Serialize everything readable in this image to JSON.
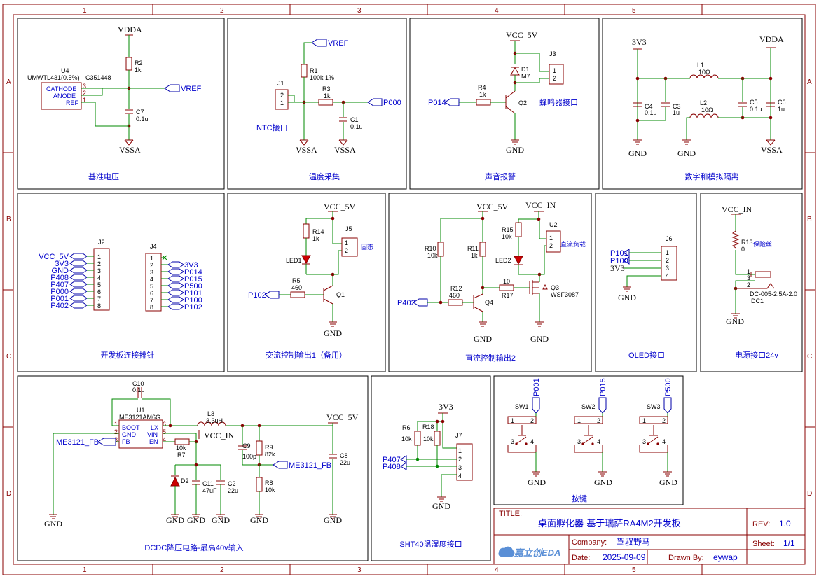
{
  "grid": {
    "cols": [
      "1",
      "2",
      "3",
      "4",
      "5"
    ],
    "rows": [
      "A",
      "B",
      "C",
      "D"
    ]
  },
  "blocks": {
    "ref_voltage": "基准电压",
    "temp_sample": "温度采集",
    "sound_alarm": "声音报警",
    "digital_analog": "数字和模拟隔离",
    "header_pins": "开发板连接排针",
    "ac_output": "交流控制输出1（备用）",
    "dc_output": "直流控制输出2",
    "oled": "OLED接口",
    "power_port": "电源接口24v",
    "dcdc": "DCDC降压电路-最高40v输入",
    "sht40": "SHT40温湿度接口",
    "keys": "按键"
  },
  "ref_block": {
    "vdda": "VDDA",
    "vssa": "VSSA",
    "vref": "VREF",
    "u4_ref": "U4",
    "u4_part": "UMWTL431(0.5%)",
    "u4_code": "C351448",
    "pin_cathode": "CATHODE",
    "pin_anode": "ANODE",
    "pin_ref": "REF",
    "pin3": "3",
    "pin2": "2",
    "pin1": "1",
    "r2": "R2",
    "r2v": "1k",
    "c7": "C7",
    "c7v": "0.1u"
  },
  "temp_block": {
    "vref": "VREF",
    "j1": "J1",
    "r1": "R1",
    "r1v": "100k 1%",
    "r3": "R3",
    "r3v": "1k",
    "p000": "P000",
    "c1": "C1",
    "c1v": "0.1u",
    "ntc": "NTC接口",
    "vssa": "VSSA",
    "p2": "2",
    "p1": "1"
  },
  "sound_block": {
    "vcc": "VCC_5V",
    "j3": "J3",
    "d1": "D1",
    "d1v": "M7",
    "r4": "R4",
    "r4v": "1k",
    "p014": "P014",
    "q2": "Q2",
    "buzzer": "蜂鸣器接口",
    "gnd": "GND",
    "p1": "1",
    "p2": "2"
  },
  "iso_block": {
    "v3v3": "3V3",
    "vdda": "VDDA",
    "l1": "L1",
    "l1v": "10Ω",
    "l2": "L2",
    "l2v": "10Ω",
    "c4": "C4",
    "c4v": "0.1u",
    "c3": "C3",
    "c3v": "1u",
    "c5": "C5",
    "c5v": "0.1u",
    "c6": "C6",
    "c6v": "1u",
    "gnd": "GND",
    "vssa": "VSSA"
  },
  "header_block": {
    "j2": "J2",
    "j4": "J4",
    "j2_nets": [
      "VCC_5V",
      "3V3",
      "GND",
      "P408",
      "P407",
      "P000",
      "P001",
      "P402"
    ],
    "j4_nets": [
      "3V3",
      "P014",
      "P015",
      "P500",
      "P101",
      "P100",
      "P102"
    ],
    "pins": [
      "1",
      "2",
      "3",
      "4",
      "5",
      "6",
      "7",
      "8"
    ]
  },
  "ac_block": {
    "vcc": "VCC_5V",
    "r14": "R14",
    "r14v": "1k",
    "j5": "J5",
    "solid": "固态",
    "led1": "LED1",
    "r5": "R5",
    "r5v": "460",
    "p102": "P102",
    "q1": "Q1",
    "gnd": "GND",
    "p1": "1",
    "p2": "2"
  },
  "dc_block": {
    "vcc": "VCC_5V",
    "vccin": "VCC_IN",
    "r10": "R10",
    "r10v": "10k",
    "r11": "R11",
    "r11v": "1k",
    "r15": "R15",
    "r15v": "10k",
    "u2": "U2",
    "dcload": "直流负载",
    "led2": "LED2",
    "r12": "R12",
    "r12v": "460",
    "p402": "P402",
    "q4": "Q4",
    "r17": "R17",
    "r17v": "10",
    "q3": "Q3",
    "q3v": "WSF3087",
    "gnd": "GND",
    "p1": "1",
    "p2": "2"
  },
  "oled_block": {
    "j6": "J6",
    "nets": [
      "P101",
      "P100",
      "3V3"
    ],
    "gnd": "GND",
    "pins": [
      "1",
      "2",
      "3",
      "4"
    ]
  },
  "power_block": {
    "vccin": "VCC_IN",
    "r13": "R13",
    "r13v": "0",
    "fuse": "保险丝",
    "dc1v": "DC-005-2.5A-2.0",
    "dc1": "DC1",
    "gnd": "GND",
    "p1": "1",
    "p3": "3",
    "p2": "2"
  },
  "dcdc_block": {
    "c10": "C10",
    "c10v": "0.1u",
    "u1": "U1",
    "u1v": "ME3121AM6G",
    "boot": "BOOT",
    "gndpin": "GND",
    "fb": "FB",
    "lx": "LX",
    "vin": "VIN",
    "en": "EN",
    "p1": "1",
    "p2": "2",
    "p3": "3",
    "p6": "6",
    "p5": "5",
    "p4": "4",
    "l3": "L3",
    "l3v": "3.3uH",
    "vcc": "VCC_5V",
    "vccin": "VCC_IN",
    "r7": "R7",
    "r7v": "10k",
    "c9": "C9",
    "c9v": "100p",
    "r9": "R9",
    "r9v": "82k",
    "r8": "R8",
    "r8v": "10k",
    "c8": "C8",
    "c8v": "22u",
    "d2": "D2",
    "c11": "C11",
    "c11v": "47uF",
    "c2": "C2",
    "c2v": "22u",
    "fb_net": "ME3121_FB",
    "gnd": "GND"
  },
  "sht_block": {
    "v3v3": "3V3",
    "r6": "R6",
    "r6v": "10k",
    "r18": "R18",
    "r18v": "10k",
    "j7": "J7",
    "p407": "P407",
    "p408": "P408",
    "gnd": "GND",
    "pins": [
      "1",
      "2",
      "3",
      "4"
    ]
  },
  "keys_block": {
    "switches": [
      {
        "ref": "SW1",
        "net": "P001"
      },
      {
        "ref": "SW2",
        "net": "P015"
      },
      {
        "ref": "SW3",
        "net": "P500"
      }
    ],
    "gnd": "GND",
    "p1": "1",
    "p2": "2",
    "p3": "3",
    "p4": "4"
  },
  "title_block": {
    "title_label": "TITLE:",
    "title": "桌面孵化器-基于瑞萨RA4M2开发板",
    "rev_label": "REV:",
    "rev": "1.0",
    "company_label": "Company:",
    "company": "驾驭野马",
    "sheet_label": "Sheet:",
    "sheet": "1/1",
    "date_label": "Date:",
    "date": "2025-09-09",
    "drawn_label": "Drawn By:",
    "drawn": "eywap",
    "logo": "嘉立创EDA"
  }
}
